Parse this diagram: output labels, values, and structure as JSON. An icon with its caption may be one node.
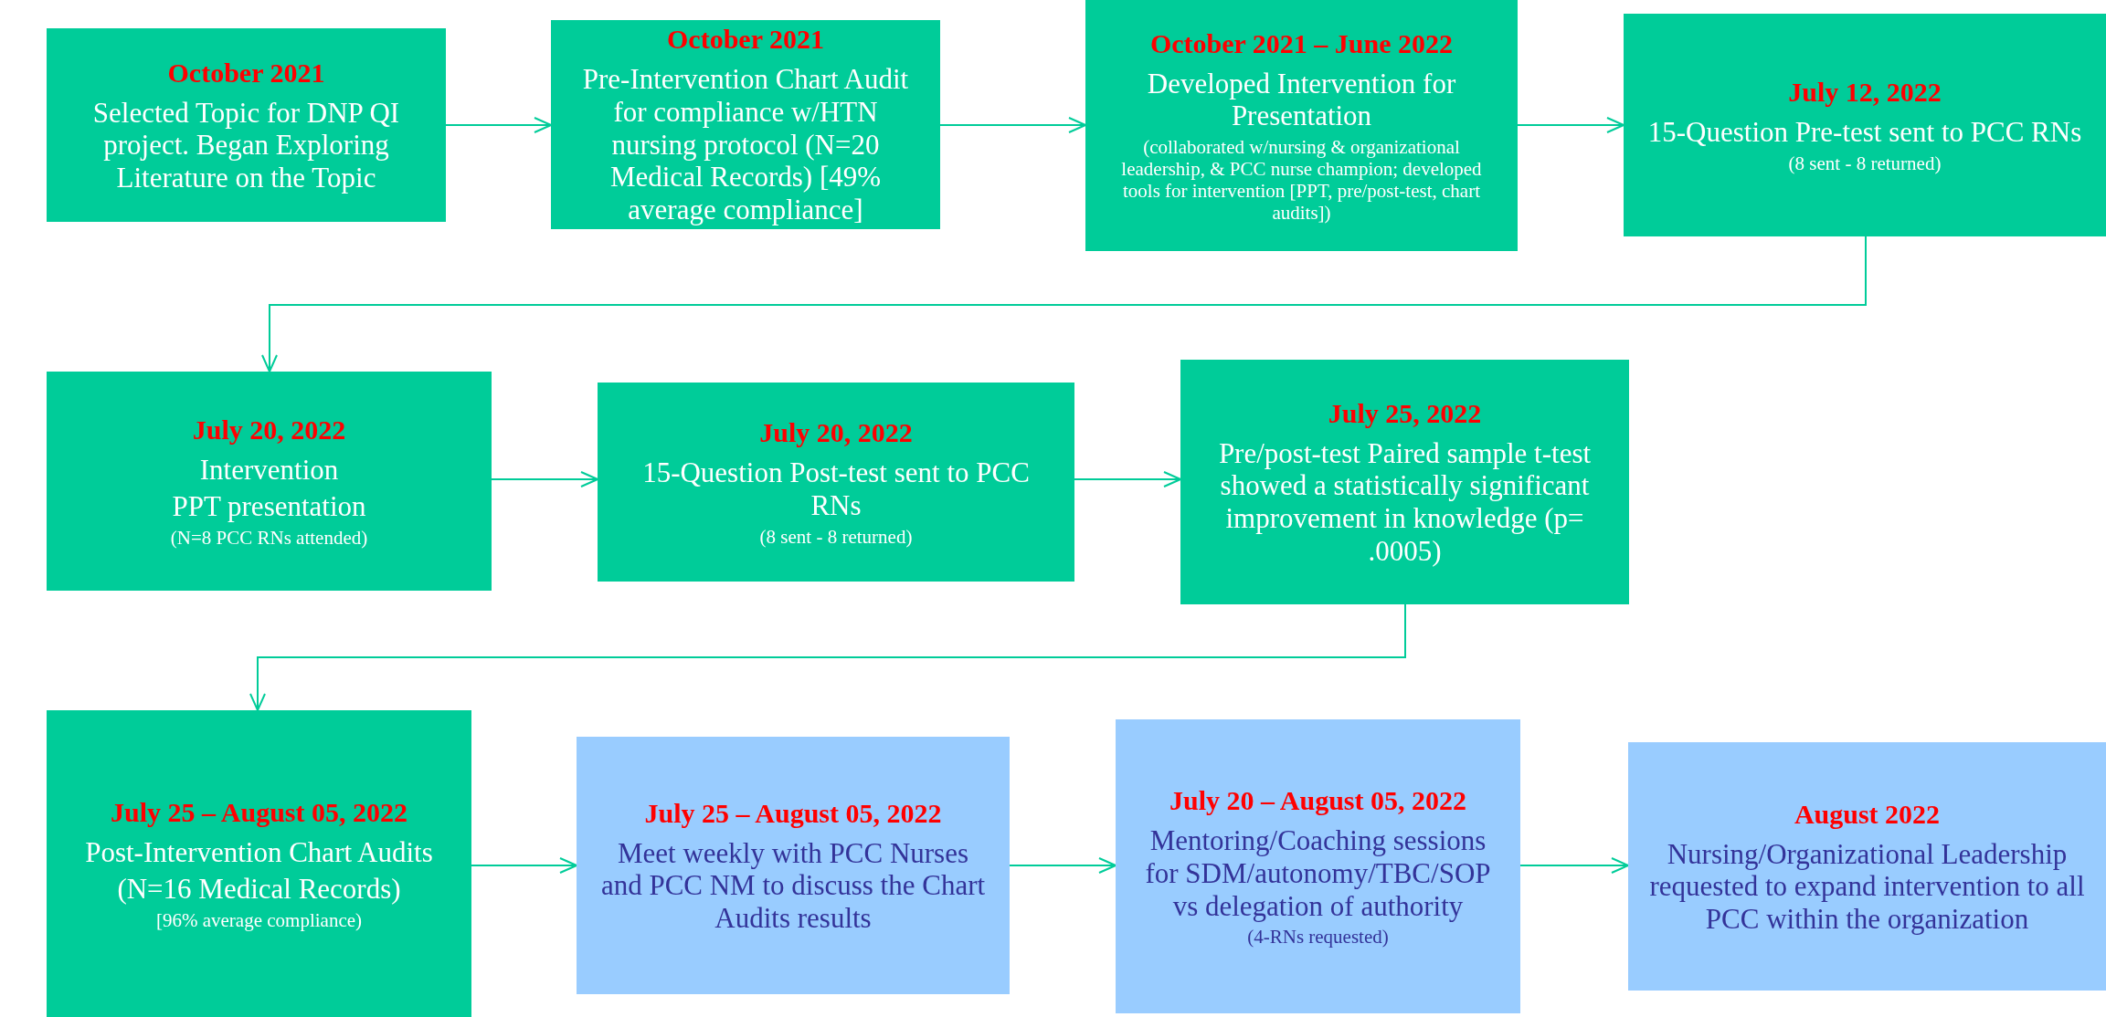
{
  "diagram": {
    "nodes": [
      {
        "text": [
          "October 2021",
          "Selected Topic for DNP QI project. Began Exploring Literature on  the Topic"
        ]
      },
      {
        "text": [
          "October 2021",
          "Pre-Intervention Chart Audit for compliance w/HTN nursing protocol (N=20 Medical Records) [49% average compliance]"
        ]
      },
      {
        "text": [
          "October 2021 – June 2022",
          "Developed Intervention for Presentation",
          "(collaborated w/nursing & organizational leadership, & PCC nurse champion; developed tools for intervention [PPT, pre/post-test, chart audits])"
        ]
      },
      {
        "text": [
          "July 12, 2022",
          "15-Question Pre-test sent to PCC RNs",
          "(8 sent - 8 returned)"
        ]
      },
      {
        "text": [
          "July 20, 2022",
          "Intervention",
          "PPT presentation",
          "(N=8 PCC RNs attended)"
        ]
      },
      {
        "text": [
          "July 20, 2022",
          "15-Question Post-test sent to PCC RNs",
          "(8 sent - 8 returned)"
        ]
      },
      {
        "text": [
          "July 25, 2022",
          "Pre/post-test Paired sample t-test showed a statistically significant improvement in knowledge (p= .0005)"
        ]
      },
      {
        "text": [
          "July 25 – August 05, 2022",
          "Post-Intervention Chart Audits",
          "(N=16 Medical Records)",
          "[96% average compliance)"
        ]
      },
      {
        "text": [
          "July 25 – August 05, 2022",
          "Meet weekly with PCC Nurses and PCC NM to discuss the Chart Audits results"
        ]
      },
      {
        "text": [
          "July 20 – August 05, 2022",
          "Mentoring/Coaching sessions for SDM/autonomy/TBC/SOP vs delegation of authority",
          "(4-RNs requested)"
        ]
      },
      {
        "text": [
          "August 2022",
          "Nursing/Organizational Leadership requested to expand intervention to all PCC within the organization"
        ]
      }
    ],
    "edges": [
      {
        "from": 0,
        "to": 1,
        "arrow": "to"
      },
      {
        "from": 1,
        "to": 2,
        "arrow": "to"
      },
      {
        "from": 2,
        "to": 3,
        "arrow": "to"
      },
      {
        "from": 3,
        "to": 4,
        "arrow": "to"
      },
      {
        "from": 4,
        "to": 5,
        "arrow": "to"
      },
      {
        "from": 5,
        "to": 6,
        "arrow": "to"
      },
      {
        "from": 6,
        "to": 7,
        "arrow": "to"
      },
      {
        "from": 7,
        "to": 8,
        "arrow": "to"
      },
      {
        "from": 8,
        "to": 9,
        "arrow": "to"
      },
      {
        "from": 9,
        "to": 10,
        "arrow": "to"
      }
    ]
  }
}
